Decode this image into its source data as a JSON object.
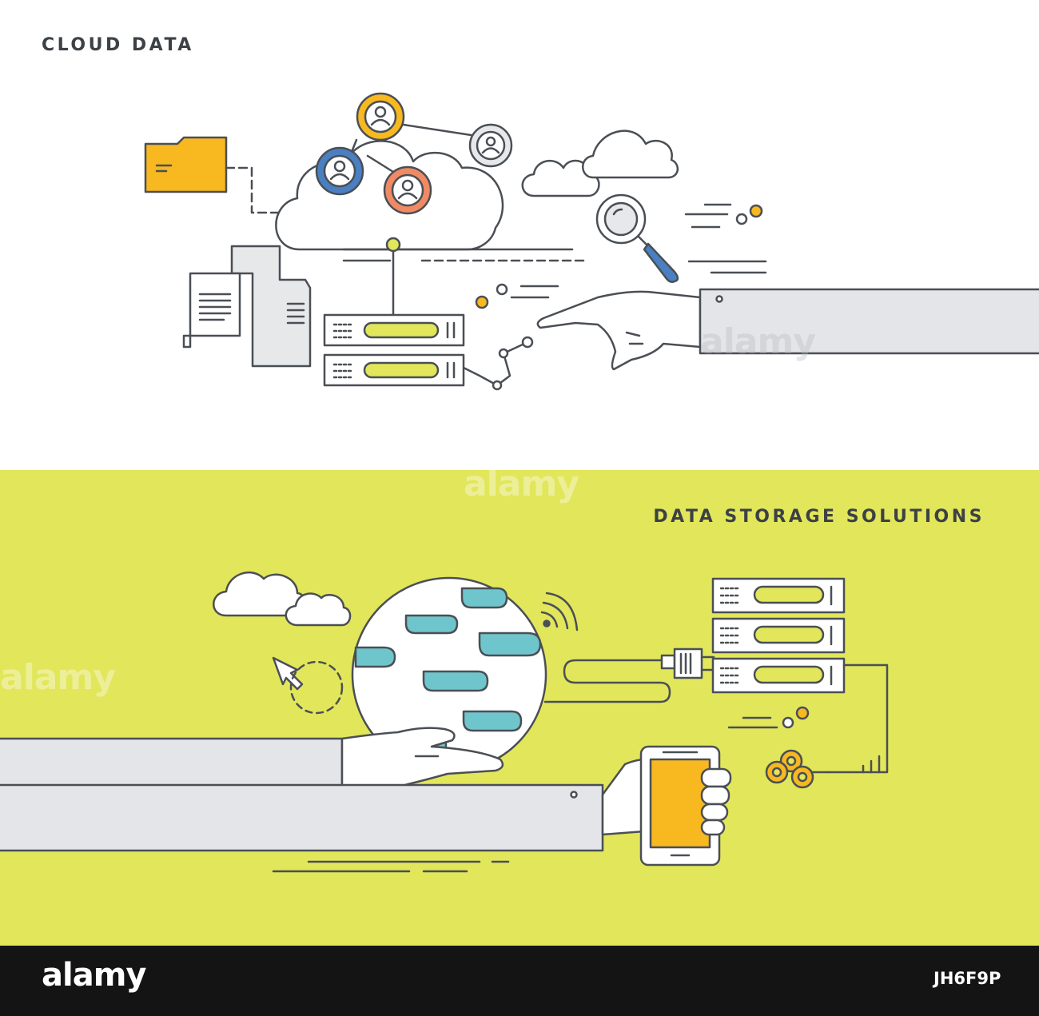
{
  "panels": {
    "top": {
      "heading": "CLOUD DATA"
    },
    "bottom": {
      "heading": "DATA STORAGE SOLUTIONS"
    }
  },
  "footer": {
    "brand": "alamy",
    "image_id": "JH6F9P"
  },
  "watermark": {
    "text": "alamy"
  },
  "colors": {
    "bottom_background": "#e2e65a",
    "line": "#4a4f55",
    "accent_orange": "#f7b820",
    "accent_blue": "#4a7fc2",
    "accent_coral": "#f08a64",
    "accent_teal": "#6ec6cc",
    "sleeve_grey": "#e3e5e8",
    "footer_background": "#141414"
  },
  "icons": [
    "folder-icon",
    "cloud-icon",
    "user-avatar-icon",
    "magnifier-icon",
    "document-scroll-icon",
    "server-icon",
    "hand-icon",
    "globe-icon",
    "wifi-icon",
    "cursor-icon",
    "smartphone-icon",
    "key-icon",
    "plug-icon"
  ]
}
